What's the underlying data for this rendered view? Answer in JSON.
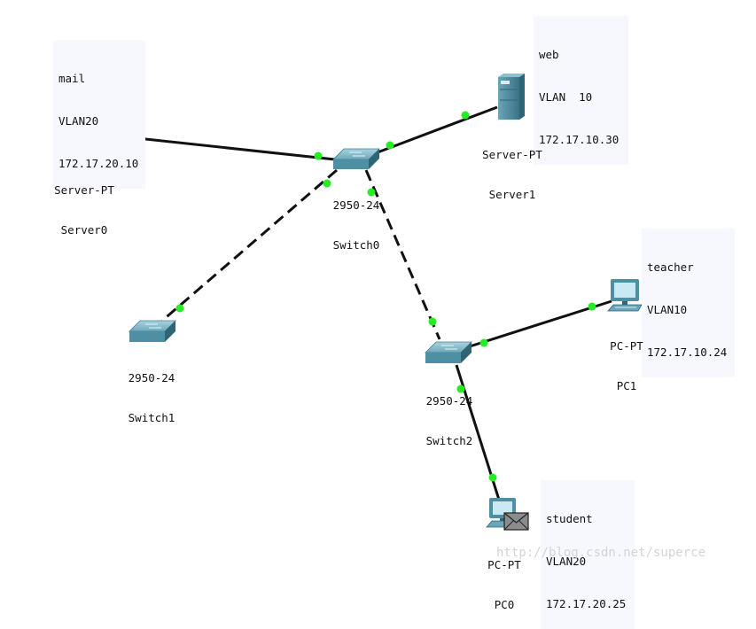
{
  "colors": {
    "link": "#111111",
    "port_up": "#22ee22",
    "device": "#4e8fa3",
    "note_bg": "#f6f8fd"
  },
  "devices": {
    "server0": {
      "model": "Server-PT",
      "name": "Server0"
    },
    "server1": {
      "model": "Server-PT",
      "name": "Server1"
    },
    "switch0": {
      "model": "2950-24",
      "name": "Switch0"
    },
    "switch1": {
      "model": "2950-24",
      "name": "Switch1"
    },
    "switch2": {
      "model": "2950-24",
      "name": "Switch2"
    },
    "pc1": {
      "model": "PC-PT",
      "name": "PC1"
    },
    "pc0": {
      "model": "PC-PT",
      "name": "PC0"
    }
  },
  "notes": {
    "mail": [
      "mail",
      "VLAN20",
      "172.17.20.10"
    ],
    "web": [
      "web",
      "VLAN  10",
      "172.17.10.30"
    ],
    "teacher": [
      "teacher",
      "VLAN10",
      "172.17.10.24"
    ],
    "student": [
      "student",
      "VLAN20",
      "172.17.20.25"
    ]
  },
  "links": [
    {
      "from": "server0",
      "to": "switch0",
      "style": "solid"
    },
    {
      "from": "server1",
      "to": "switch0",
      "style": "solid"
    },
    {
      "from": "switch0",
      "to": "switch1",
      "style": "dashed"
    },
    {
      "from": "switch0",
      "to": "switch2",
      "style": "dashed"
    },
    {
      "from": "switch2",
      "to": "pc1",
      "style": "solid"
    },
    {
      "from": "switch2",
      "to": "pc0",
      "style": "solid"
    }
  ],
  "watermark": "http://blog.csdn.net/superce"
}
